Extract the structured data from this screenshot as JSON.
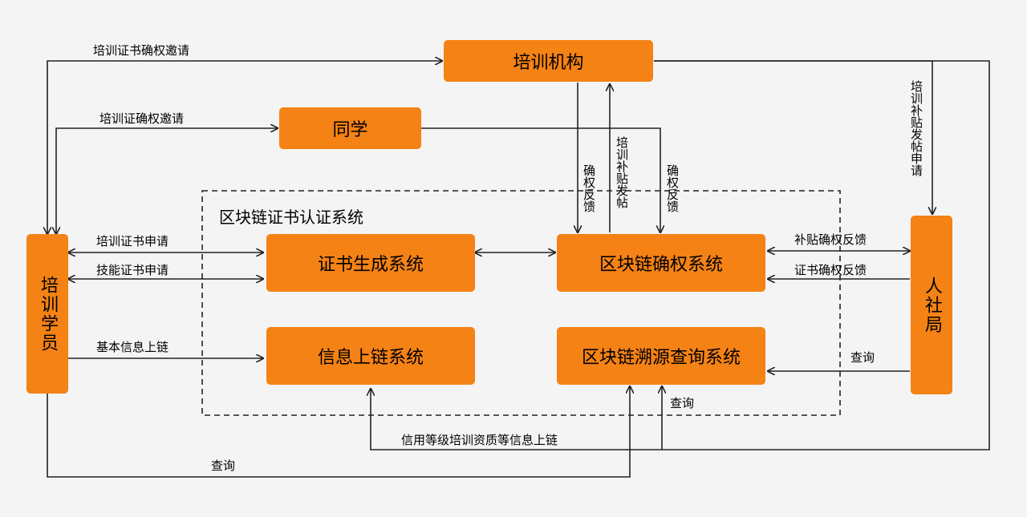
{
  "nodes": {
    "training_institution": "培训机构",
    "classmate": "同学",
    "trainee": "培训学员",
    "hr_bureau": "人社局",
    "cert_gen": "证书生成系统",
    "chain_confirm": "区块链确权系统",
    "info_upload": "信息上链系统",
    "chain_trace": "区块链溯源查询系统"
  },
  "system_boundary": "区块链证书认证系统",
  "labels": {
    "cert_confirm_invite": "培训证书确权邀请",
    "cert_confirm_invite2": "培训证确权邀请",
    "training_cert_apply": "培训证书申请",
    "skill_cert_apply": "技能证书申请",
    "basic_info_upload": "基本信息上链",
    "confirm_feedback_1": "确权反馈",
    "subsidy_issue": "培训补贴发帖",
    "confirm_feedback_2": "确权反馈",
    "subsidy_apply": "培训补贴发帖申请",
    "subsidy_confirm_feedback": "补贴确权反馈",
    "cert_confirm_feedback": "证书确权反馈",
    "query_hr": "查询",
    "query_inst": "查询",
    "credit_info_upload": "信用等级培训资质等信息上链",
    "query_trainee": "查询"
  }
}
